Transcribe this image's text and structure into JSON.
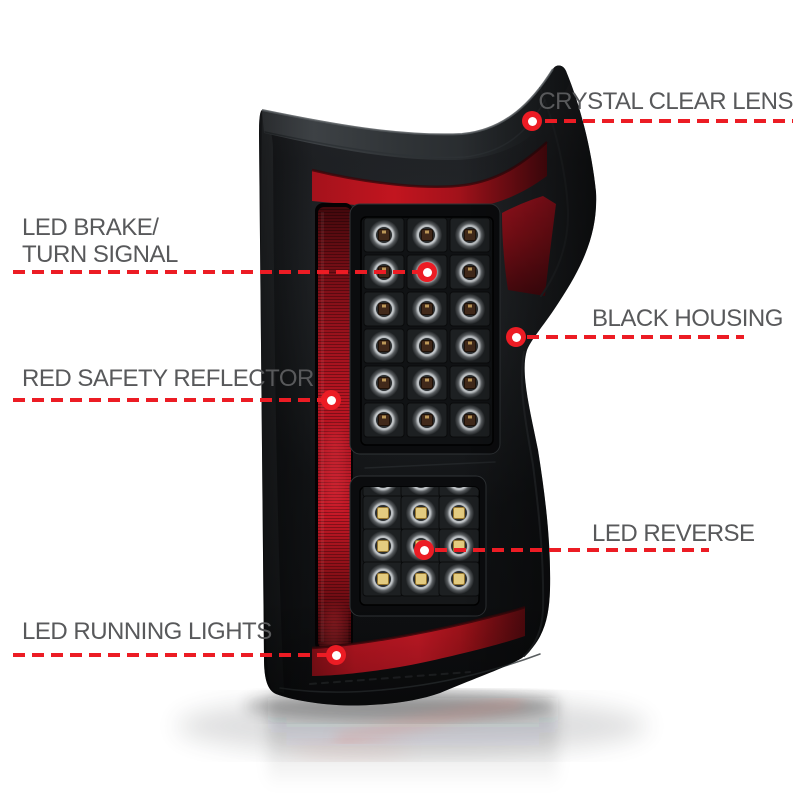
{
  "page": {
    "background_color": "#ffffff"
  },
  "diagram": {
    "subject": "LED tail light with black housing, three-quarter rear view",
    "accent_color": "#ec1c24",
    "label_color": "#58595b",
    "housing_color": "#121416",
    "light_bar_color": "#c2151f",
    "reflector_color": "#bb1522",
    "led_brake_grid": {
      "cols": 3,
      "rows": 6
    },
    "led_reverse_grid": {
      "cols": 3,
      "rows": 4
    }
  },
  "callouts": [
    {
      "id": "crystal-clear-lens",
      "label": "CRYSTAL CLEAR LENS",
      "side": "right"
    },
    {
      "id": "led-brake-turn-signal",
      "lines": [
        "LED BRAKE/",
        "TURN SIGNAL"
      ],
      "side": "left"
    },
    {
      "id": "red-safety-reflector",
      "label": "RED SAFETY REFLECTOR",
      "side": "left"
    },
    {
      "id": "black-housing",
      "label": "BLACK HOUSING",
      "side": "right"
    },
    {
      "id": "led-reverse",
      "label": "LED REVERSE",
      "side": "right"
    },
    {
      "id": "led-running-lights",
      "label": "LED RUNNING LIGHTS",
      "side": "left"
    }
  ]
}
